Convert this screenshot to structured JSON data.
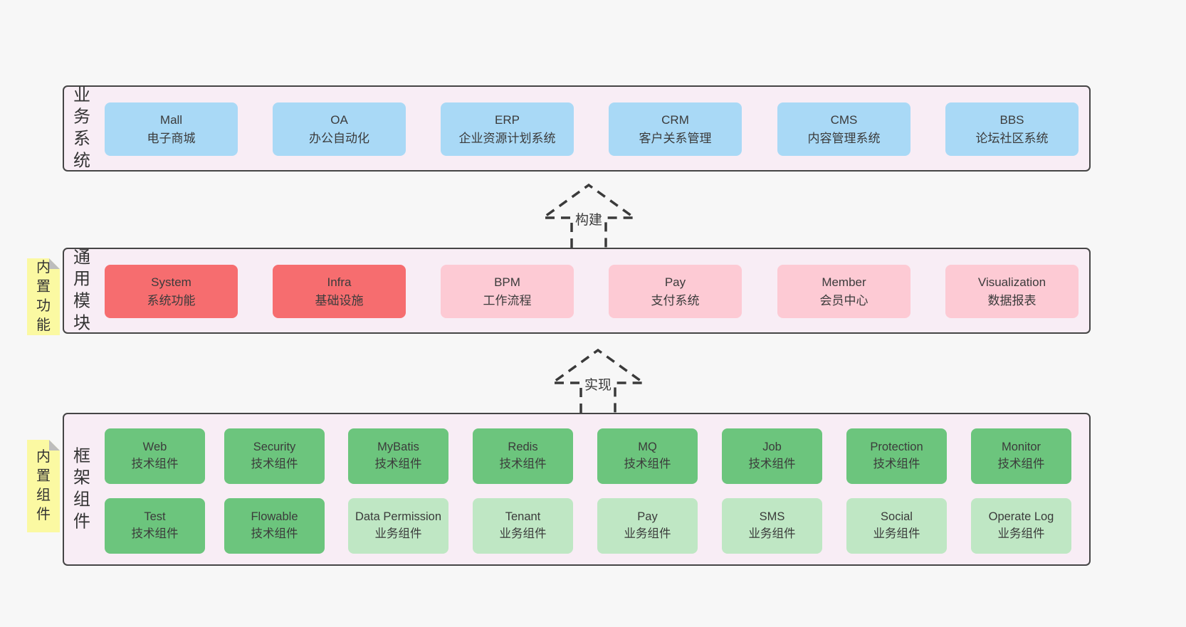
{
  "colors": {
    "page_bg": "#f7f7f7",
    "band_bg": "#f8edf5",
    "band_border": "#454545",
    "blue": "#a9d9f6",
    "red": "#f66d6f",
    "pink": "#fdcad4",
    "green_dark": "#6cc57d",
    "green_light": "#bfe7c4",
    "sticky_yellow": "#fbf9a2",
    "sticky_fold": "#bdbdbd",
    "text": "#3a3a3a"
  },
  "arrows": [
    {
      "label": "构建"
    },
    {
      "label": "实现"
    }
  ],
  "bands": [
    {
      "label": "业务系统",
      "boxes": [
        {
          "en": "Mall",
          "zh": "电子商城"
        },
        {
          "en": "OA",
          "zh": "办公自动化"
        },
        {
          "en": "ERP",
          "zh": "企业资源计划系统"
        },
        {
          "en": "CRM",
          "zh": "客户关系管理"
        },
        {
          "en": "CMS",
          "zh": "内容管理系统"
        },
        {
          "en": "BBS",
          "zh": "论坛社区系统"
        }
      ]
    },
    {
      "label": "通用模块",
      "sticky": "内置功能",
      "boxes": [
        {
          "en": "System",
          "zh": "系统功能"
        },
        {
          "en": "Infra",
          "zh": "基础设施"
        },
        {
          "en": "BPM",
          "zh": "工作流程"
        },
        {
          "en": "Pay",
          "zh": "支付系统"
        },
        {
          "en": "Member",
          "zh": "会员中心"
        },
        {
          "en": "Visualization",
          "zh": "数据报表"
        }
      ]
    },
    {
      "label": "框架组件",
      "sticky": "内置组件",
      "boxes": [
        {
          "en": "Web",
          "zh": "技术组件"
        },
        {
          "en": "Security",
          "zh": "技术组件"
        },
        {
          "en": "MyBatis",
          "zh": "技术组件"
        },
        {
          "en": "Redis",
          "zh": "技术组件"
        },
        {
          "en": "MQ",
          "zh": "技术组件"
        },
        {
          "en": "Job",
          "zh": "技术组件"
        },
        {
          "en": "Protection",
          "zh": "技术组件"
        },
        {
          "en": "Monitor",
          "zh": "技术组件"
        },
        {
          "en": "Test",
          "zh": "技术组件"
        },
        {
          "en": "Flowable",
          "zh": "技术组件"
        },
        {
          "en": "Data Permission",
          "zh": "业务组件"
        },
        {
          "en": "Tenant",
          "zh": "业务组件"
        },
        {
          "en": "Pay",
          "zh": "业务组件"
        },
        {
          "en": "SMS",
          "zh": "业务组件"
        },
        {
          "en": "Social",
          "zh": "业务组件"
        },
        {
          "en": "Operate Log",
          "zh": "业务组件"
        }
      ]
    }
  ]
}
